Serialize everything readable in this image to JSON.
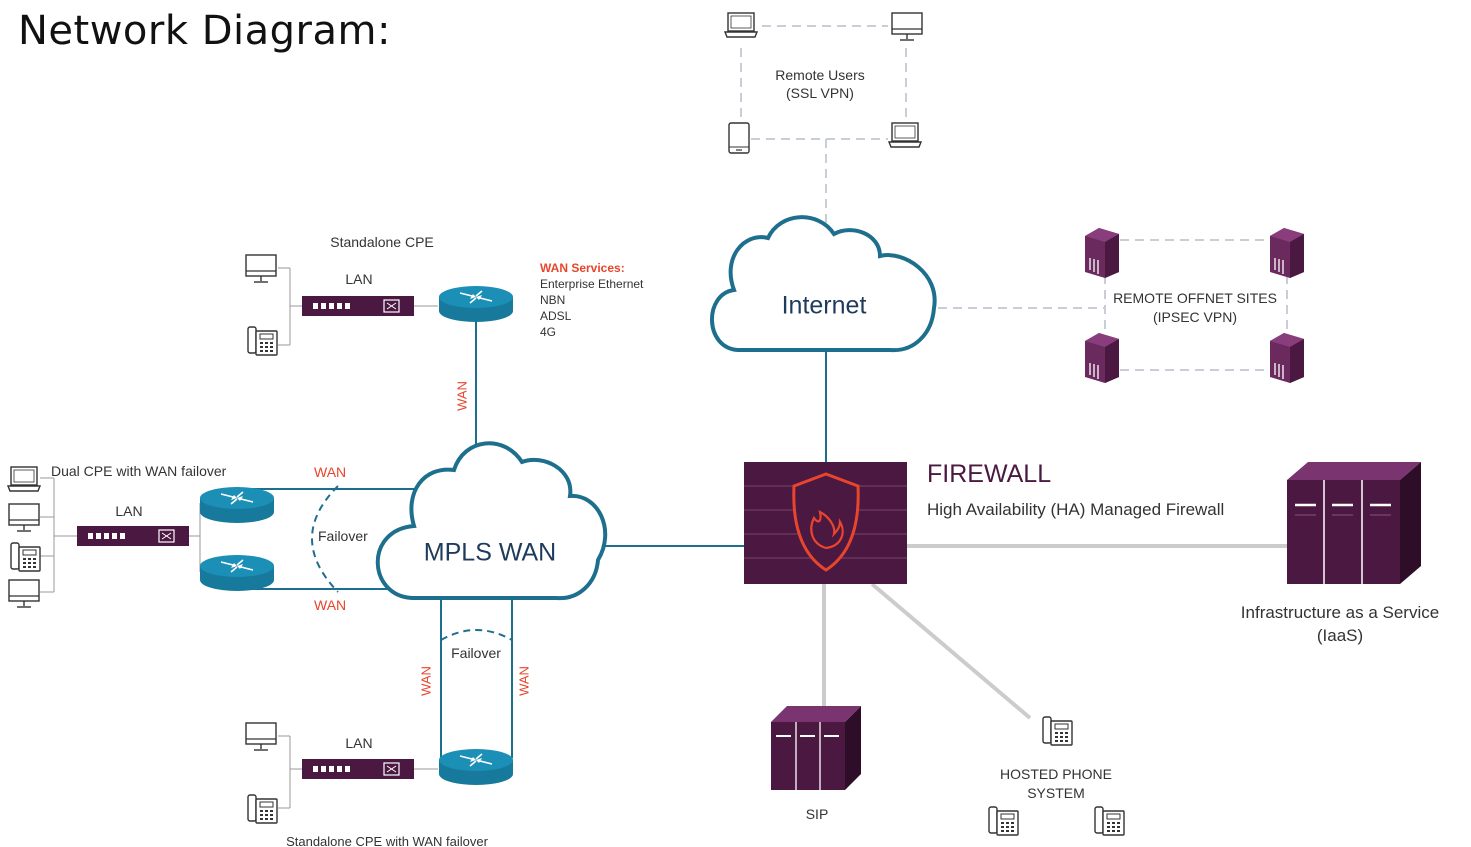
{
  "title": "Network Diagram:",
  "clouds": {
    "internet": "Internet",
    "mpls": "MPLS WAN"
  },
  "remote_users": {
    "line1": "Remote Users",
    "line2": "(SSL VPN)"
  },
  "offnet": {
    "line1": "REMOTE OFFNET SITES",
    "line2": "(IPSEC VPN)"
  },
  "standalone": {
    "title": "Standalone CPE",
    "lan": "LAN"
  },
  "wan_services": {
    "heading": "WAN Services:",
    "items": [
      "Enterprise Ethernet",
      "NBN",
      "ADSL",
      "4G"
    ]
  },
  "wan_label": "WAN",
  "dual": {
    "title": "Dual CPE with WAN failover",
    "lan": "LAN",
    "failover": "Failover"
  },
  "standalone_failover": {
    "title": "Standalone CPE with WAN failover",
    "lan": "LAN",
    "failover": "Failover"
  },
  "firewall": {
    "title": "FIREWALL",
    "subtitle": "High Availability (HA) Managed Firewall"
  },
  "iaas": {
    "line1": "Infrastructure as a Service",
    "line2": "(IaaS)"
  },
  "sip": "SIP",
  "hosted_phone": {
    "line1": "HOSTED PHONE",
    "line2": "SYSTEM"
  },
  "colors": {
    "purple_dark": "#4a1840",
    "purple": "#5e2450",
    "teal": "#1e6f8e",
    "router": "#1b8bb0",
    "wan_red": "#e8452c",
    "dashed": "#c8ced8",
    "gray_line": "#cccccc"
  }
}
